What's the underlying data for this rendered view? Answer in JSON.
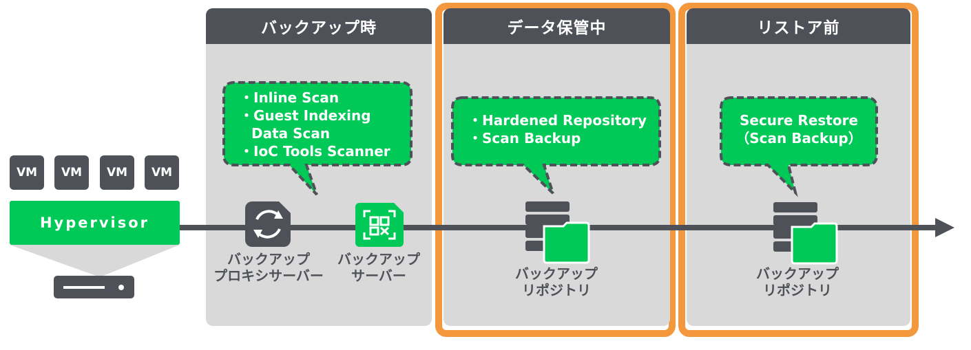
{
  "hypervisor": {
    "vms": [
      "VM",
      "VM",
      "VM",
      "VM"
    ],
    "label": "Hypervisor"
  },
  "stages": [
    {
      "title": "バックアップ時",
      "bubble": [
        "・Inline Scan",
        "・Guest Indexing",
        "Data Scan",
        "・IoC Tools Scanner"
      ],
      "components": [
        {
          "icon": "proxy-sync-icon",
          "label_lines": [
            "バックアップ",
            "プロキシサーバー"
          ]
        },
        {
          "icon": "qr-scan-icon",
          "label_lines": [
            "バックアップ",
            "サーバー"
          ]
        }
      ]
    },
    {
      "title": "データ保管中",
      "bubble": [
        "・Hardened Repository",
        "・Scan Backup"
      ],
      "components": [
        {
          "icon": "repository-icon",
          "label_lines": [
            "バックアップ",
            "リポジトリ"
          ]
        }
      ]
    },
    {
      "title": "リストア前",
      "bubble": [
        "Secure Restore",
        "（Scan Backup）"
      ],
      "components": [
        {
          "icon": "repository-icon",
          "label_lines": [
            "バックアップ",
            "リポジトリ"
          ]
        }
      ]
    }
  ],
  "colors": {
    "dark": "#4e5258",
    "green": "#00c957",
    "orange": "#f4983e",
    "panel": "#d9d9d9"
  }
}
